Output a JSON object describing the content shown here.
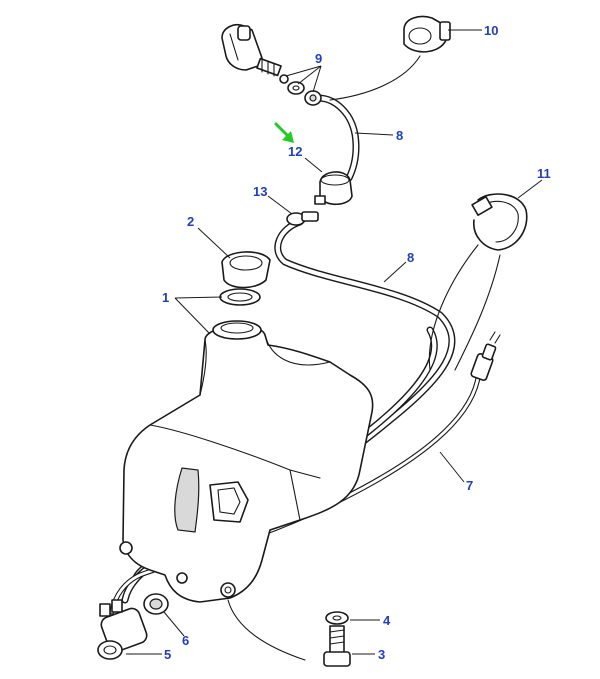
{
  "diagram": {
    "callouts": [
      "1",
      "2",
      "3",
      "4",
      "5",
      "6",
      "7",
      "8",
      "8",
      "9",
      "10",
      "11",
      "12",
      "13"
    ],
    "colors": {
      "callout_text": "#1f3fbf",
      "indicator_arrow": "#22cc22",
      "line_art": "#1a1a1a",
      "background": "#ffffff"
    },
    "highlighted_callout": "12"
  }
}
